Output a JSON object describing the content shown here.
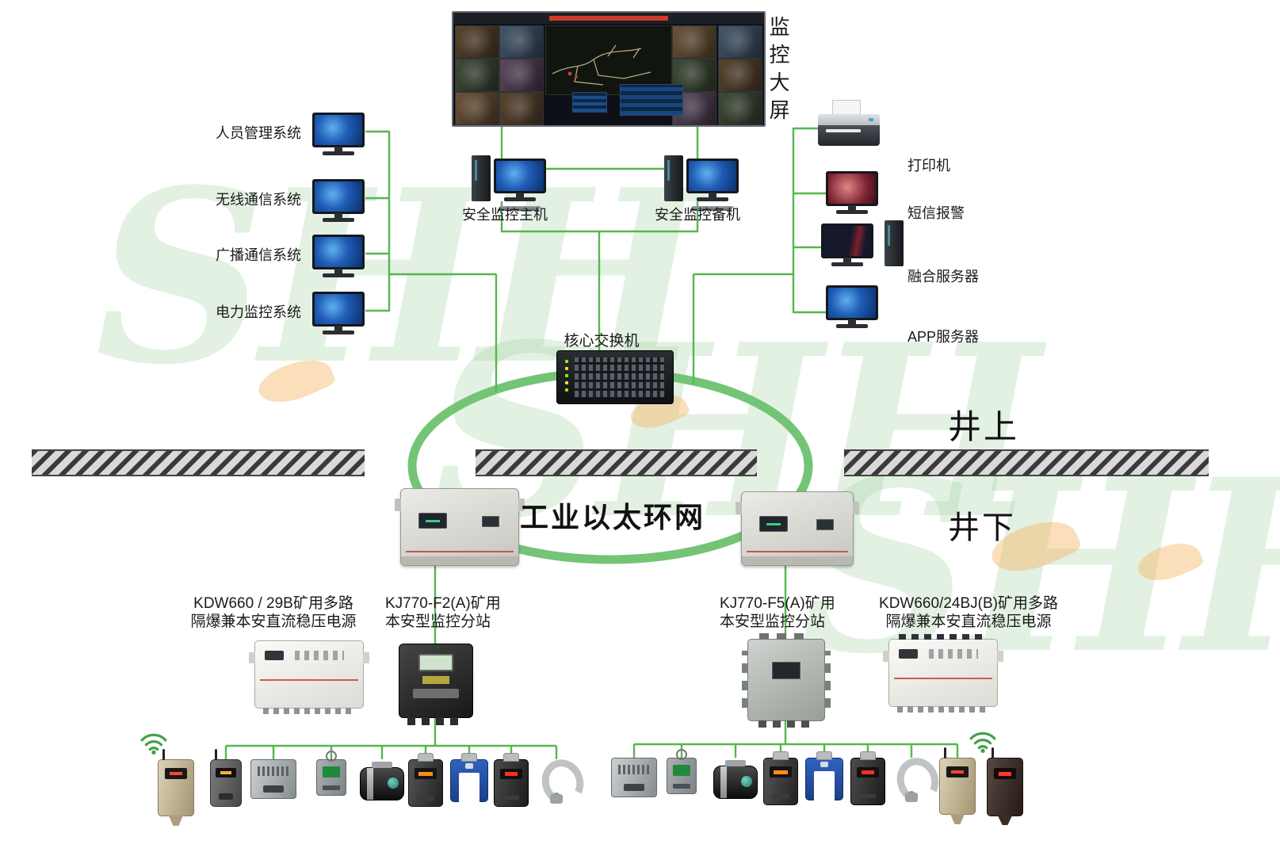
{
  "watermark": {
    "text": "SHH"
  },
  "screen_wall": {
    "label": "监控大屏"
  },
  "surface": {
    "left_systems": [
      {
        "label": "人员管理系统"
      },
      {
        "label": "无线通信系统"
      },
      {
        "label": "广播通信系统"
      },
      {
        "label": "电力监控系统"
      }
    ],
    "main_host_label": "安全监控主机",
    "backup_host_label": "安全监控备机",
    "core_switch_label": "核心交换机",
    "right_devices": [
      {
        "label": "打印机"
      },
      {
        "label": "短信报警"
      },
      {
        "label": "融合服务器"
      },
      {
        "label": "APP服务器"
      }
    ]
  },
  "ring_network": {
    "label": "工业以太环网",
    "above_label": "井上",
    "below_label": "井下"
  },
  "underground": {
    "left_power_label_1": "KDW660 / 29B矿用多路",
    "left_power_label_2": "隔爆兼本安直流稳压电源",
    "left_station_label_1": "KJ770-F2(A)矿用",
    "left_station_label_2": "本安型监控分站",
    "right_station_label_1": "KJ770-F5(A)矿用",
    "right_station_label_2": "本安型监控分站",
    "right_power_label_1": "KDW660/24BJ(B)矿用多路",
    "right_power_label_2": "隔爆兼本安直流稳压电源"
  },
  "colors": {
    "wire": "#56b64f",
    "ring": "#74c476"
  },
  "sensors": {
    "left": [
      "beige-wifi",
      "dark-antenna",
      "gray-flat",
      "green-mini",
      "black-cyl",
      "orange-display",
      "blue-clamp",
      "red-display",
      "gray-clamp"
    ],
    "right": [
      "gray-flat",
      "green-mini",
      "black-cyl",
      "orange-display",
      "blue-clamp",
      "red-display",
      "gray-clamp",
      "beige",
      "dark-wifi"
    ]
  }
}
